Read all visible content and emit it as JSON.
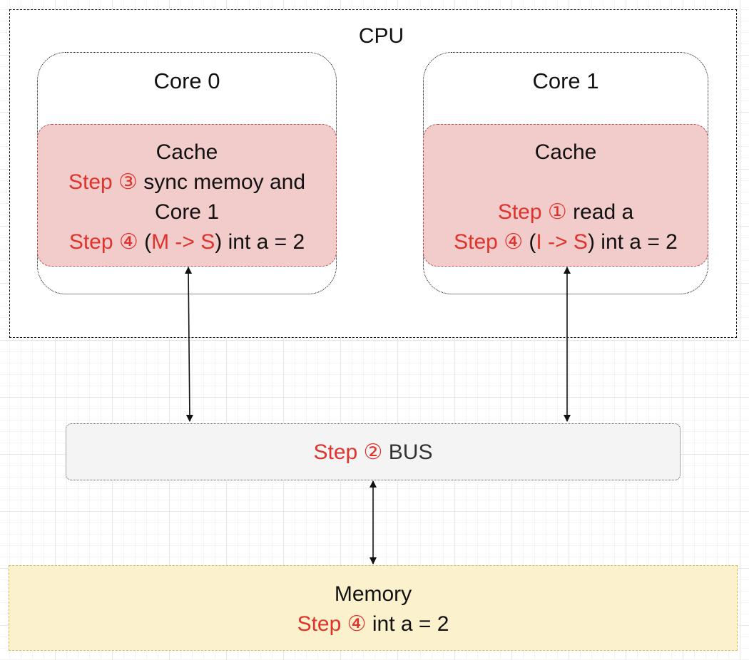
{
  "cpu": {
    "label": "CPU"
  },
  "core0": {
    "label": "Core 0",
    "cache": {
      "title": "Cache",
      "step3_prefix": "Step ③",
      "step3_text": " sync memoy and",
      "step3_text_cont": "Core 1",
      "step4_prefix": "Step ④",
      "step4_open": " (",
      "step4_state": "M -> S",
      "step4_rest": ") int a = 2"
    }
  },
  "core1": {
    "label": "Core 1",
    "cache": {
      "title": "Cache",
      "step1_prefix": "Step ①",
      "step1_text": " read a",
      "step4_prefix": "Step ④",
      "step4_open": " (",
      "step4_state": "I -> S",
      "step4_rest": ") int a = 2"
    }
  },
  "bus": {
    "step_prefix": "Step ②",
    "label": " BUS"
  },
  "memory": {
    "title": "Memory",
    "step_prefix": "Step ④",
    "step_text": " int a = 2"
  },
  "colors": {
    "step_red": "#e0332c",
    "cache_fill": "#f2cccb",
    "cache_border": "#b85450",
    "memory_fill": "#fcf1cd",
    "memory_border": "#d6b656",
    "bus_fill": "#f4f4f4"
  }
}
